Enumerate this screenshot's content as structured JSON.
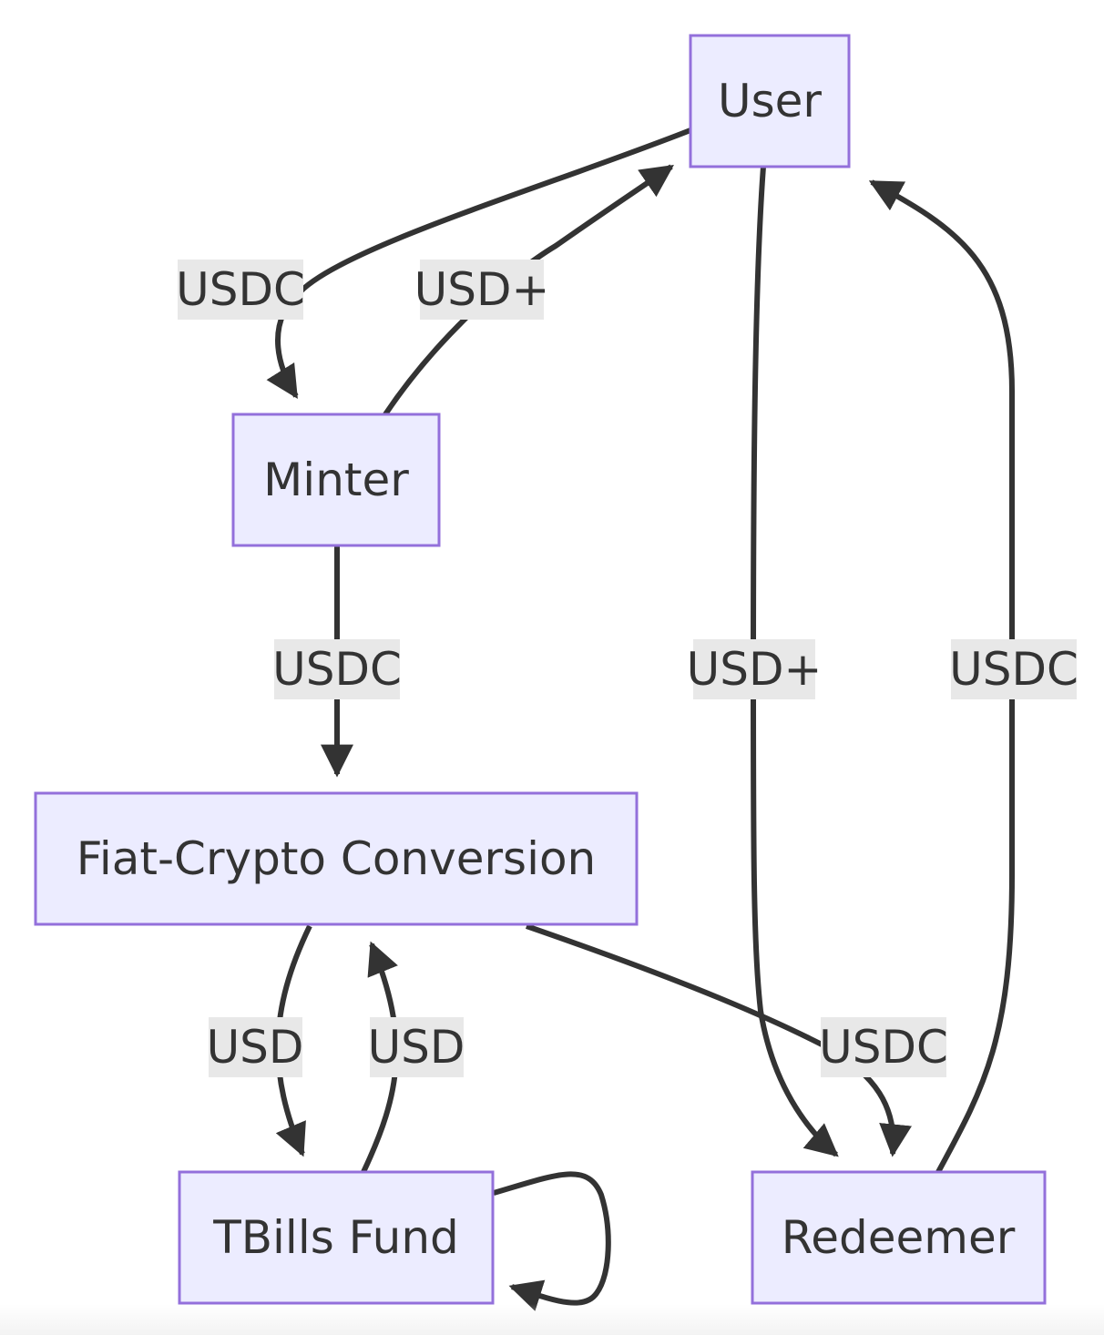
{
  "diagram": {
    "type": "flowchart",
    "colors": {
      "node_fill": "#ECECFF",
      "node_border": "#9370DB",
      "edge": "#333333",
      "label_background": "#e8e8e8",
      "text": "#333333"
    },
    "nodes": {
      "user": "User",
      "minter": "Minter",
      "conversion": "Fiat-Crypto Conversion",
      "tbills": "TBills Fund",
      "redeemer": "Redeemer"
    },
    "edges": [
      {
        "from": "User",
        "to": "Minter",
        "label": "USDC"
      },
      {
        "from": "Minter",
        "to": "User",
        "label": "USD+"
      },
      {
        "from": "Minter",
        "to": "Fiat-Crypto Conversion",
        "label": "USDC"
      },
      {
        "from": "User",
        "to": "Redeemer",
        "label": "USD+"
      },
      {
        "from": "Redeemer",
        "to": "User",
        "label": "USDC"
      },
      {
        "from": "Fiat-Crypto Conversion",
        "to": "TBills Fund",
        "label": "USD"
      },
      {
        "from": "TBills Fund",
        "to": "Fiat-Crypto Conversion",
        "label": "USD"
      },
      {
        "from": "Fiat-Crypto Conversion",
        "to": "Redeemer",
        "label": "USDC"
      },
      {
        "from": "TBills Fund",
        "to": "TBills Fund",
        "label": ""
      }
    ]
  }
}
